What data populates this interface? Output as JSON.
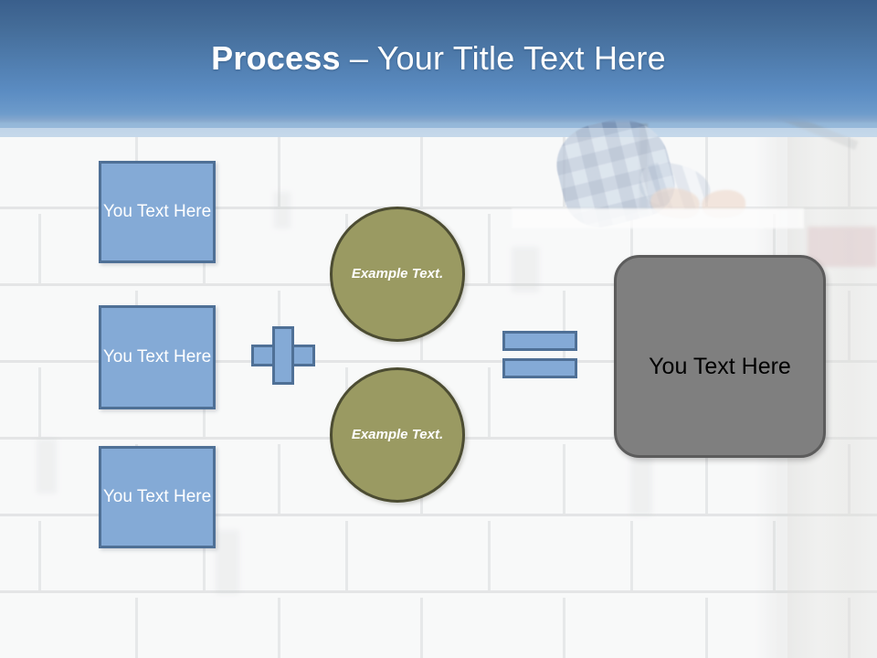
{
  "slide": {
    "title_strong": "Process",
    "title_rest": " – Your Title Text Here",
    "background_description": "faded photo of a mason laying white bricks"
  },
  "theme": {
    "header_gradient_top": "#3a5f8c",
    "header_gradient_bottom": "#6d9bcb",
    "box_fill": "#84aad6",
    "box_border": "#4f7096",
    "circle_fill": "#9a9a62",
    "circle_border": "#4c4c32",
    "result_fill": "#7f7f7f",
    "result_border": "#5c5c5c",
    "title_color": "#ffffff",
    "result_text_color": "#000000"
  },
  "diagram": {
    "input_boxes": [
      {
        "label": "You Text Here"
      },
      {
        "label": "You Text Here"
      },
      {
        "label": "You Text Here"
      }
    ],
    "plus_operator": {
      "symbol": "+",
      "name": "plus-operator"
    },
    "circles": [
      {
        "label": "Example Text."
      },
      {
        "label": "Example Text."
      }
    ],
    "equals_operator": {
      "symbol": "=",
      "name": "equals-operator"
    },
    "result": {
      "label": "You Text Here"
    }
  }
}
